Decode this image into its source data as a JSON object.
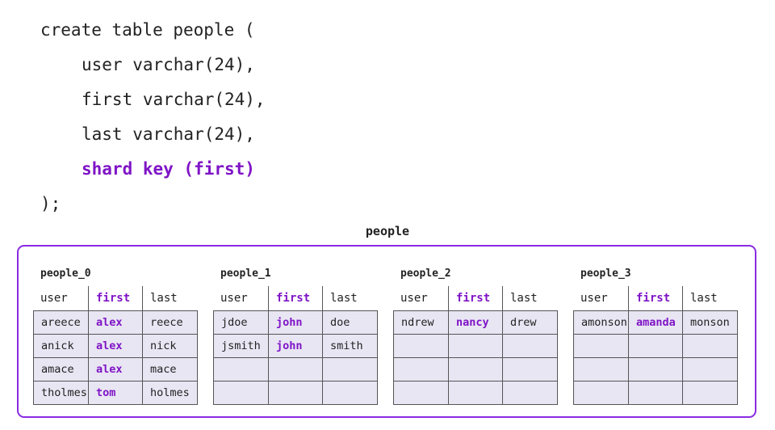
{
  "code": {
    "line1": "create table people (",
    "line2": "user varchar(24),",
    "line3": "first varchar(24),",
    "line4": "last varchar(24),",
    "line5": "shard key (first)",
    "line6": ");"
  },
  "database": {
    "title": "people"
  },
  "accent_color": "#7f14c6",
  "columns": [
    "user",
    "first",
    "last"
  ],
  "shards": [
    {
      "name": "people_0",
      "rows": [
        [
          "areece",
          "alex",
          "reece"
        ],
        [
          "anick",
          "alex",
          "nick"
        ],
        [
          "amace",
          "alex",
          "mace"
        ],
        [
          "tholmes",
          "tom",
          "holmes"
        ]
      ]
    },
    {
      "name": "people_1",
      "rows": [
        [
          "jdoe",
          "john",
          "doe"
        ],
        [
          "jsmith",
          "john",
          "smith"
        ],
        [
          "",
          "",
          ""
        ],
        [
          "",
          "",
          ""
        ]
      ]
    },
    {
      "name": "people_2",
      "rows": [
        [
          "ndrew",
          "nancy",
          "drew"
        ],
        [
          "",
          "",
          ""
        ],
        [
          "",
          "",
          ""
        ],
        [
          "",
          "",
          ""
        ]
      ]
    },
    {
      "name": "people_3",
      "rows": [
        [
          "amonson",
          "amanda",
          "monson"
        ],
        [
          "",
          "",
          ""
        ],
        [
          "",
          "",
          ""
        ],
        [
          "",
          "",
          ""
        ]
      ]
    }
  ]
}
